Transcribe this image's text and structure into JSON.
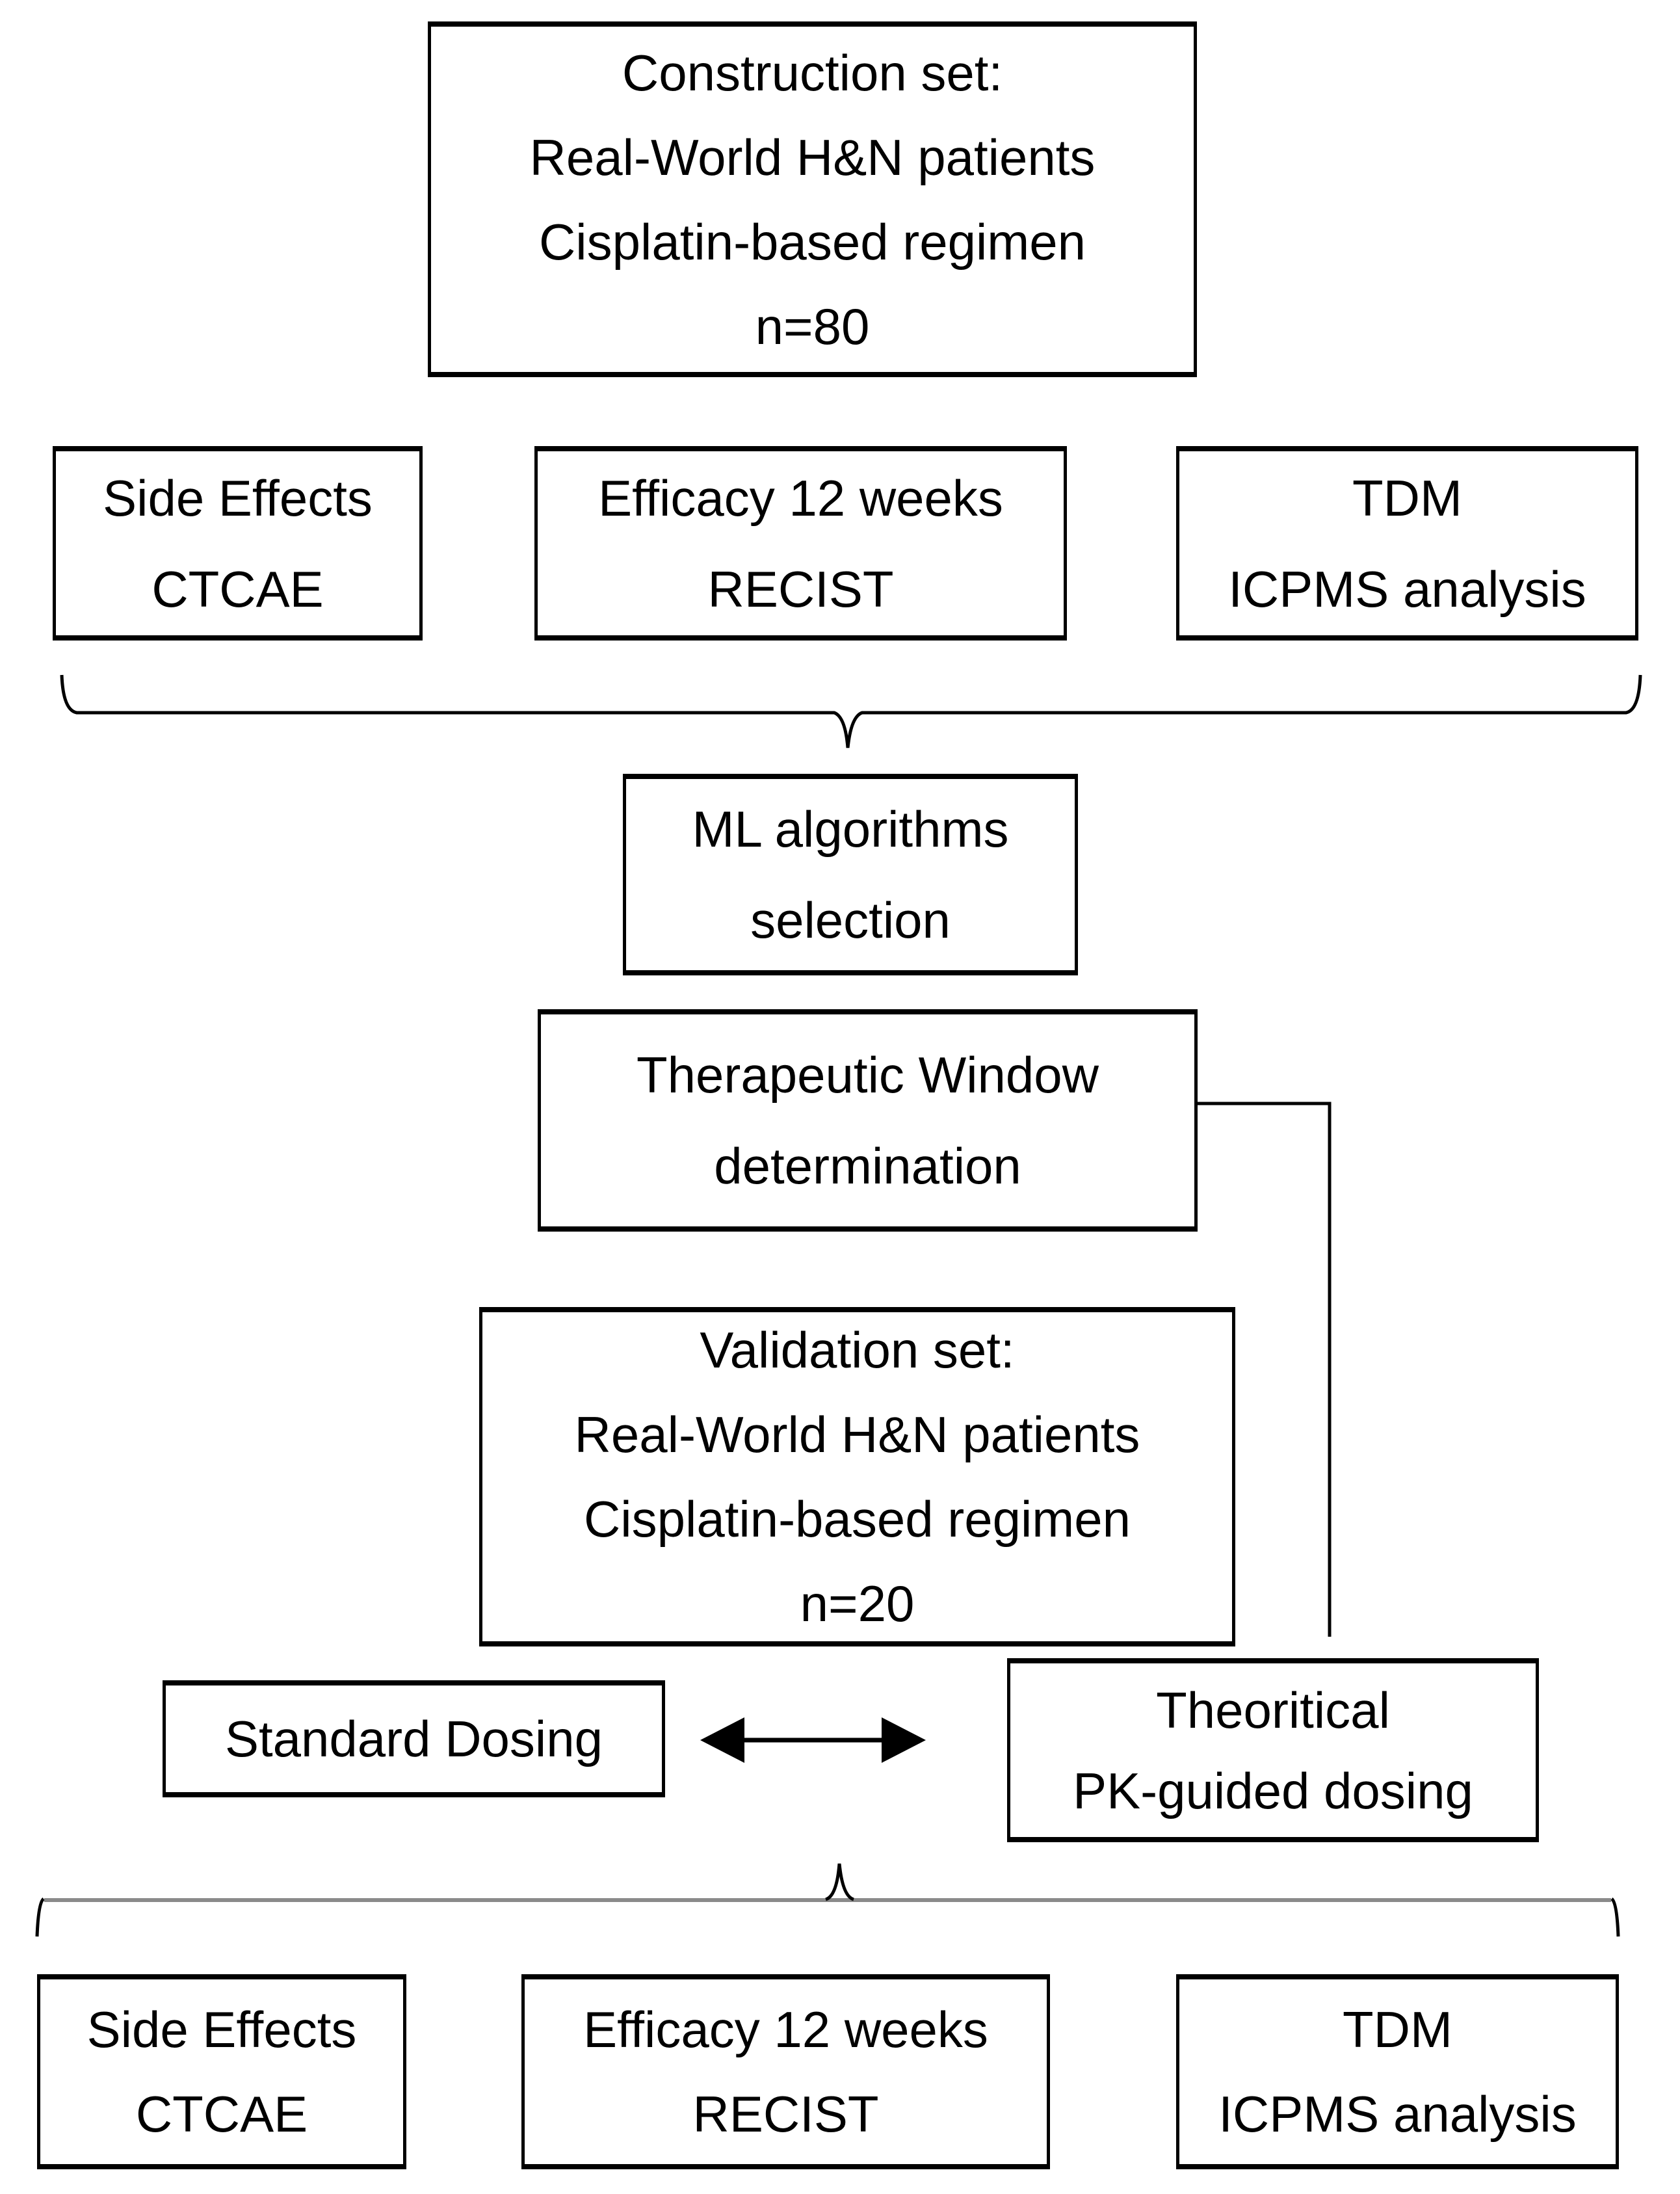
{
  "boxes": {
    "construction": {
      "lines": [
        "Construction set:",
        "Real-World H&N patients",
        "Cisplatin-based regimen",
        "n=80"
      ]
    },
    "side_effects_construction": {
      "lines": [
        "Side Effects",
        "CTCAE"
      ]
    },
    "efficacy_construction": {
      "lines": [
        "Efficacy 12 weeks",
        "RECIST"
      ]
    },
    "tdm_construction": {
      "lines": [
        "TDM",
        "ICPMS analysis"
      ]
    },
    "ml_selection": {
      "lines": [
        "ML algorithms",
        "selection"
      ]
    },
    "therapeutic_window": {
      "lines": [
        "Therapeutic Window",
        "determination"
      ]
    },
    "validation": {
      "lines": [
        "Validation set:",
        "Real-World H&N patients",
        "Cisplatin-based regimen",
        "n=20"
      ]
    },
    "standard_dosing": {
      "lines": [
        "Standard Dosing"
      ]
    },
    "pk_guided_dosing": {
      "lines": [
        "Theoritical",
        "PK-guided dosing"
      ]
    },
    "side_effects_validation": {
      "lines": [
        "Side Effects",
        "CTCAE"
      ]
    },
    "efficacy_validation": {
      "lines": [
        "Efficacy 12 weeks",
        "RECIST"
      ]
    },
    "tdm_validation": {
      "lines": [
        "TDM",
        "ICPMS analysis"
      ]
    }
  },
  "colors": {
    "box_border": "#000000",
    "text": "#000000",
    "brace": "#000000",
    "brace_gray": "#8a8a8a",
    "background": "#ffffff"
  }
}
